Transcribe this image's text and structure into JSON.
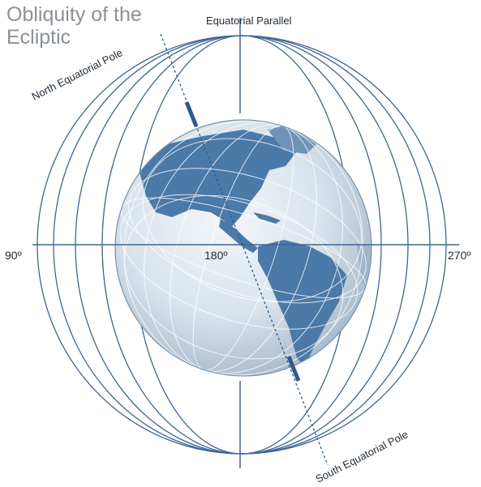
{
  "title": {
    "line1": "Obliquity of the",
    "line2": "Ecliptic"
  },
  "labels": {
    "equatorial_parallel": "Equatorial Parallel",
    "north_pole": "North Equatorial Pole",
    "south_pole": "South Equatorial Pole",
    "deg_90": "90º",
    "deg_180": "180º",
    "deg_270": "270º"
  },
  "colors": {
    "orbit_line": "#3d6692",
    "pole_axis": "#2d5a8a",
    "globe_land": "#4b79a8",
    "globe_ocean": "#d7e1ea",
    "title_text": "#8a9198"
  },
  "icons": {
    "globe": "earth-globe-icon"
  }
}
